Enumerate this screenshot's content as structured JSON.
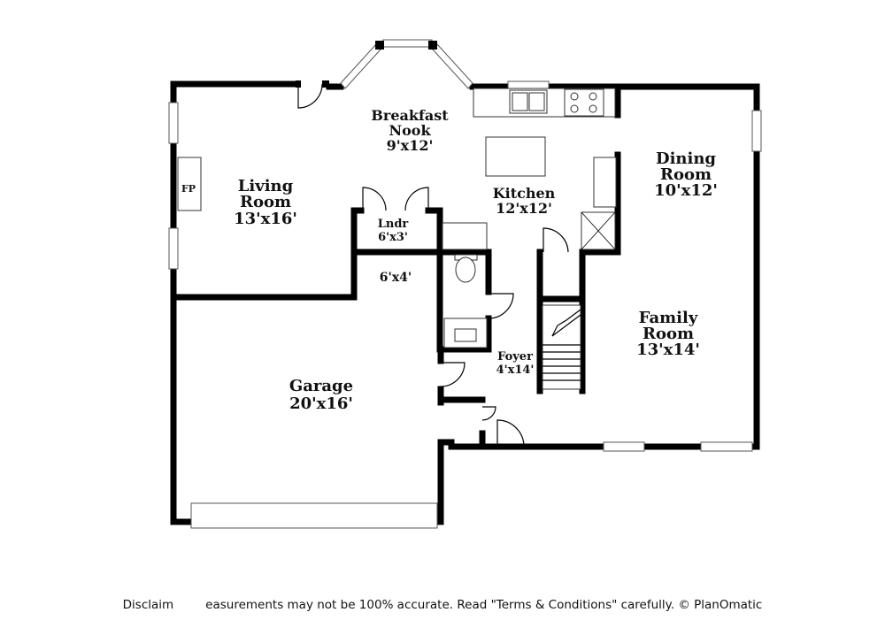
{
  "rooms": {
    "breakfast_nook": {
      "name_line1": "Breakfast",
      "name_line2": "Nook",
      "dims": "9'x12'"
    },
    "living_room": {
      "name_line1": "Living",
      "name_line2": "Room",
      "dims": "13'x16'"
    },
    "kitchen": {
      "name": "Kitchen",
      "dims": "12'x12'"
    },
    "dining_room": {
      "name_line1": "Dining",
      "name_line2": "Room",
      "dims": "10'x12'"
    },
    "laundry": {
      "name": "Lndr",
      "dims": "6'x3'"
    },
    "hall": {
      "dims": "6'x4'"
    },
    "family_room": {
      "name_line1": "Family",
      "name_line2": "Room",
      "dims": "13'x14'"
    },
    "foyer": {
      "name": "Foyer",
      "dims": "4'x14'"
    },
    "garage": {
      "name": "Garage",
      "dims": "20'x16'"
    }
  },
  "fixtures": {
    "fireplace": "FP"
  },
  "disclaimer": {
    "left": "Disclaim",
    "right": "easurements may not be 100% accurate. Read \"Terms & Conditions\" carefully. © PlanOmatic"
  }
}
